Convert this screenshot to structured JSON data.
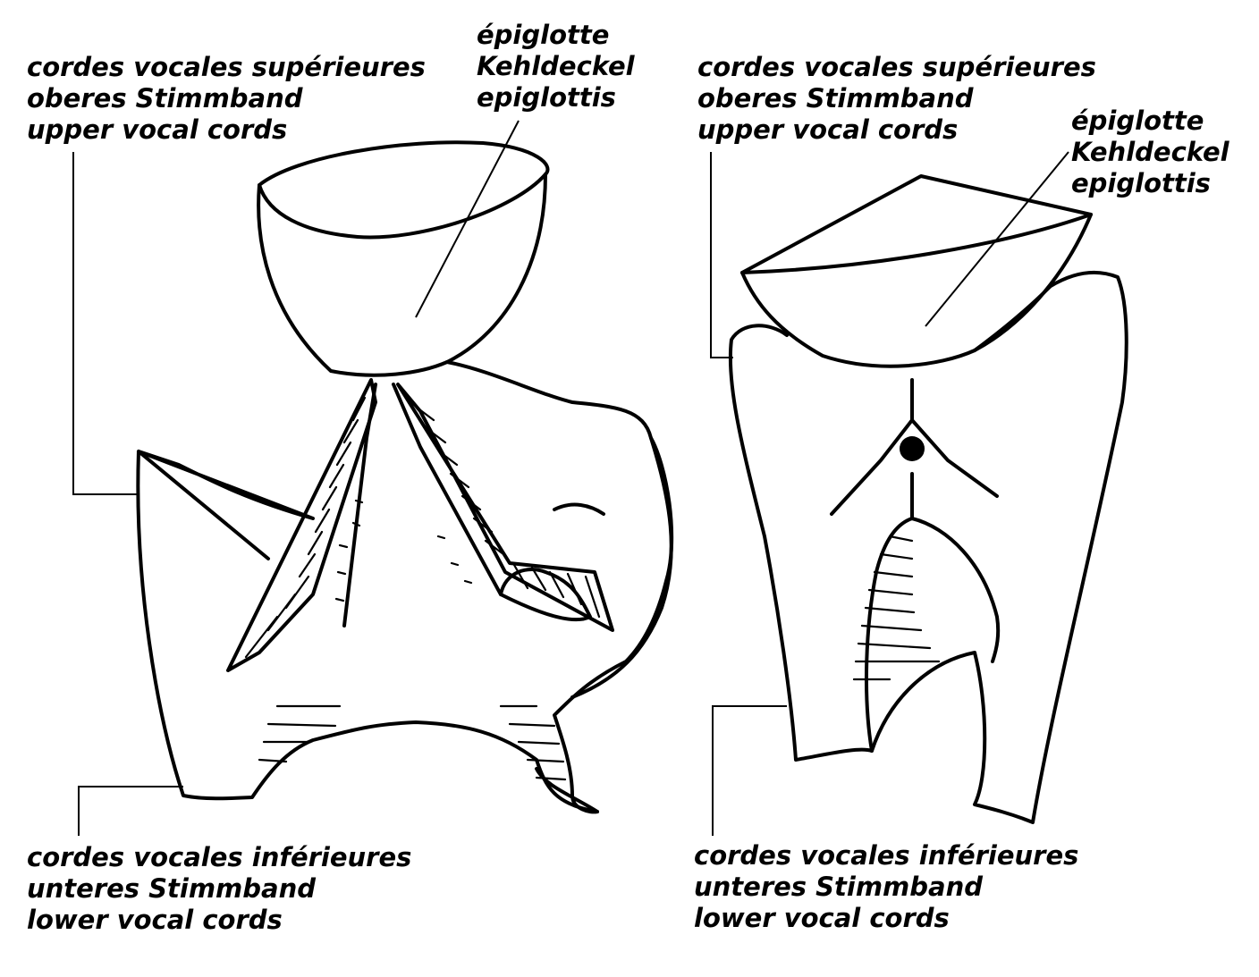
{
  "diagrams": [
    {
      "upper_label": [
        "cordes vocales supérieures",
        "oberes Stimmband",
        "upper vocal cords"
      ],
      "epiglottis_label": [
        "épiglotte",
        "Kehldeckel",
        "epiglottis"
      ],
      "lower_label": [
        "cordes vocales inférieures",
        "unteres Stimmband",
        "lower vocal cords"
      ]
    },
    {
      "upper_label": [
        "cordes vocales supérieures",
        "oberes Stimmband",
        "upper vocal cords"
      ],
      "epiglottis_label": [
        "épiglotte",
        "Kehldeckel",
        "epiglottis"
      ],
      "lower_label": [
        "cordes vocales inférieures",
        "unteres Stimmband",
        "lower vocal cords"
      ]
    }
  ]
}
